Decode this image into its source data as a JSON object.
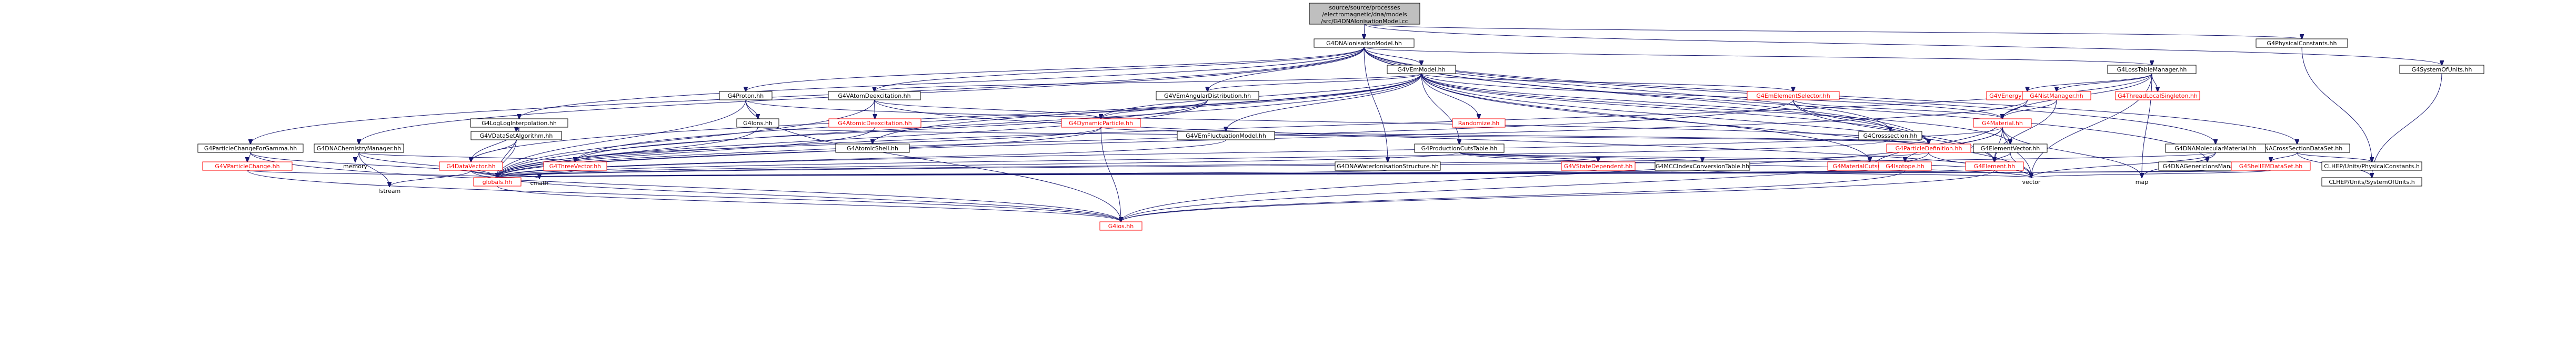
{
  "nodes": {
    "root": [
      "source/source/processes",
      "/electromagnetic/dna/models",
      "/src/G4DNAIonisationModel.cc"
    ],
    "ion_hh": [
      "G4DNAIonisationModel.hh"
    ],
    "physconst": [
      "G4PhysicalConstants.hh"
    ],
    "systemofunits": [
      "G4SystemOfUnits.hh"
    ],
    "vemmodel": [
      "G4VEmModel.hh"
    ],
    "losstable": [
      "G4LossTableManager.hh"
    ],
    "proton": [
      "G4Proton.hh"
    ],
    "vatomicdeexc": [
      "G4VAtomDeexcitation.hh"
    ],
    "atomicdeexc": [
      "G4AtomicDeexcitation.hh"
    ],
    "ions": [
      "G4Ions.hh"
    ],
    "loglin": [
      "G4LogLogInterpolation.hh"
    ],
    "vdatasetalg": [
      "G4VDataSetAlgorithm.hh"
    ],
    "dnachem": [
      "G4DNAChemistryManager.hh"
    ],
    "particlechange_gamma": [
      "G4ParticleChangeForGamma.hh"
    ],
    "vparticlechange": [
      "G4VParticleChange.hh"
    ],
    "datavector": [
      "G4DataVector.hh"
    ],
    "threevector": [
      "G4ThreeVector.hh"
    ],
    "emangular": [
      "G4VEmAngularDistribution.hh"
    ],
    "dynparticle": [
      "G4DynamicParticle.hh"
    ],
    "randomize": [
      "Randomize.hh"
    ],
    "emfluct": [
      "G4VEmFluctuationModel.hh"
    ],
    "atomshell": [
      "G4AtomicShell.hh"
    ],
    "emelemsel": [
      "G4EmElementSelector.hh"
    ],
    "crosssection": [
      "G4Crosssection.hh"
    ],
    "particledef": [
      "G4ParticleDefinition.hh"
    ],
    "prodcuts": [
      "G4ProductionCutsTable.hh"
    ],
    "dnawaterion": [
      "G4DNAWaterIonisationStructure.hh"
    ],
    "statedep": [
      "G4VStateDependent.hh"
    ],
    "mccindex": [
      "G4MCCIndexConversionTable.hh"
    ],
    "matcuts": [
      "G4MaterialCutsCouple.hh"
    ],
    "energyloss": [
      "G4VEnergyLossProcess.hh"
    ],
    "nistmgr": [
      "G4NistManager.hh"
    ],
    "threadlocal": [
      "G4ThreadLocalSingleton.hh"
    ],
    "material": [
      "G4Material.hh"
    ],
    "elementvector": [
      "G4ElementVector.hh"
    ],
    "element": [
      "G4Element.hh"
    ],
    "isotope": [
      "G4Isotope.hh"
    ],
    "dnacross": [
      "G4DNACrossSectionDataSet.hh"
    ],
    "dnamolmat": [
      "G4DNAMolecularMaterial.hh"
    ],
    "dnagenmgr": [
      "G4DNAGenericIonsManager.hh"
    ],
    "shelleminfo": [
      "G4ShellEMDataSet.hh"
    ],
    "clhep_phys": [
      "CLHEP/Units/PhysicalConstants.h"
    ],
    "clhep_sys": [
      "CLHEP/Units/SystemOfUnits.h"
    ],
    "globals": [
      "globals.hh"
    ],
    "g4ios": [
      "G4ios.hh"
    ],
    "cmath": [
      "cmath"
    ],
    "vector": [
      "vector"
    ],
    "map": [
      "map"
    ],
    "fstream": [
      "fstream"
    ],
    "memory": [
      "memory"
    ]
  }
}
